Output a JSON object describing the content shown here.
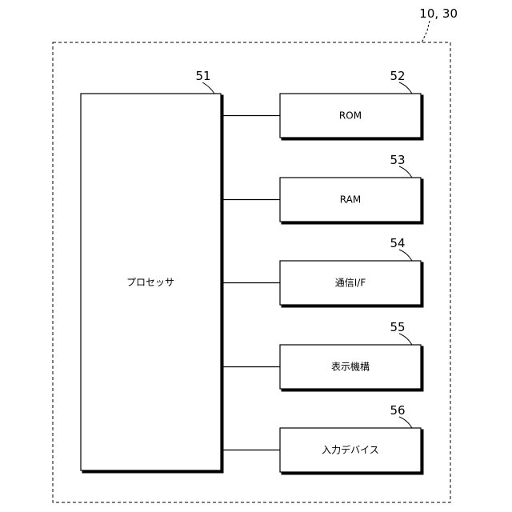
{
  "device": {
    "ref": "10, 30"
  },
  "processor": {
    "ref": "51",
    "label": "プロセッサ"
  },
  "components": [
    {
      "ref": "52",
      "label": "ROM"
    },
    {
      "ref": "53",
      "label": "RAM"
    },
    {
      "ref": "54",
      "label": "通信I/F"
    },
    {
      "ref": "55",
      "label": "表示機構"
    },
    {
      "ref": "56",
      "label": "入力デバイス"
    }
  ]
}
